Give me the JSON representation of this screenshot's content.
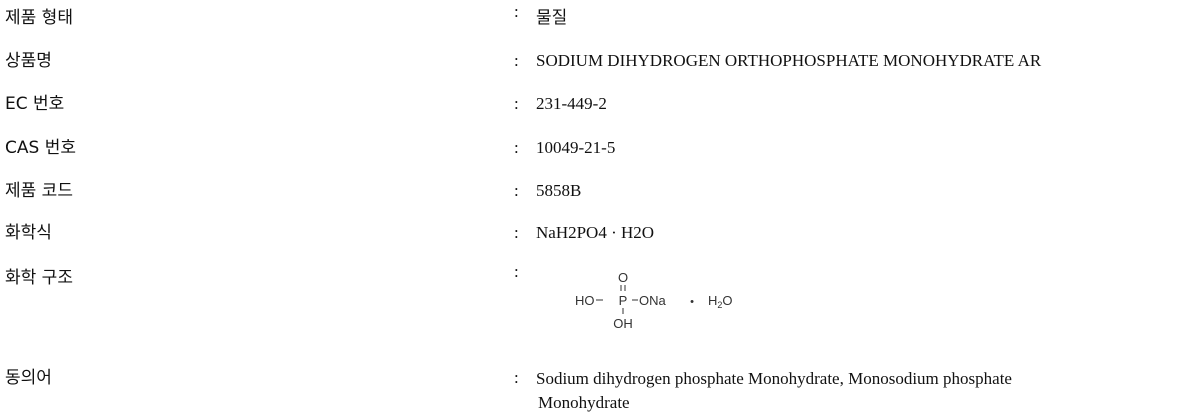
{
  "rows": [
    {
      "label": "제품 형태",
      "colon": ":",
      "value": "물질"
    },
    {
      "label": "상품명",
      "colon": ":",
      "value": "SODIUM DIHYDROGEN ORTHOPHOSPHATE MONOHYDRATE AR"
    },
    {
      "label": "EC 번호",
      "colon": ":",
      "value": "231-449-2"
    },
    {
      "label": "CAS 번호",
      "colon": ":",
      "value": "10049-21-5"
    },
    {
      "label": "제품 코드",
      "colon": ":",
      "value": "5858B"
    },
    {
      "label": "화학식",
      "colon": ":",
      "value": "NaH2PO4 · H2O"
    },
    {
      "label": "화학 구조",
      "colon": ":"
    },
    {
      "label": "동의어",
      "colon": ":",
      "value": "Sodium dihydrogen phosphate Monohydrate, Monosodium phosphate",
      "value_cont": "Monohydrate"
    }
  ],
  "structure": {
    "o_top": "O",
    "ho": "HO",
    "p": "P",
    "ona": "ONa",
    "oh": "OH",
    "dot": "•",
    "water_h": "H",
    "water_sub": "2",
    "water_o": "O"
  }
}
